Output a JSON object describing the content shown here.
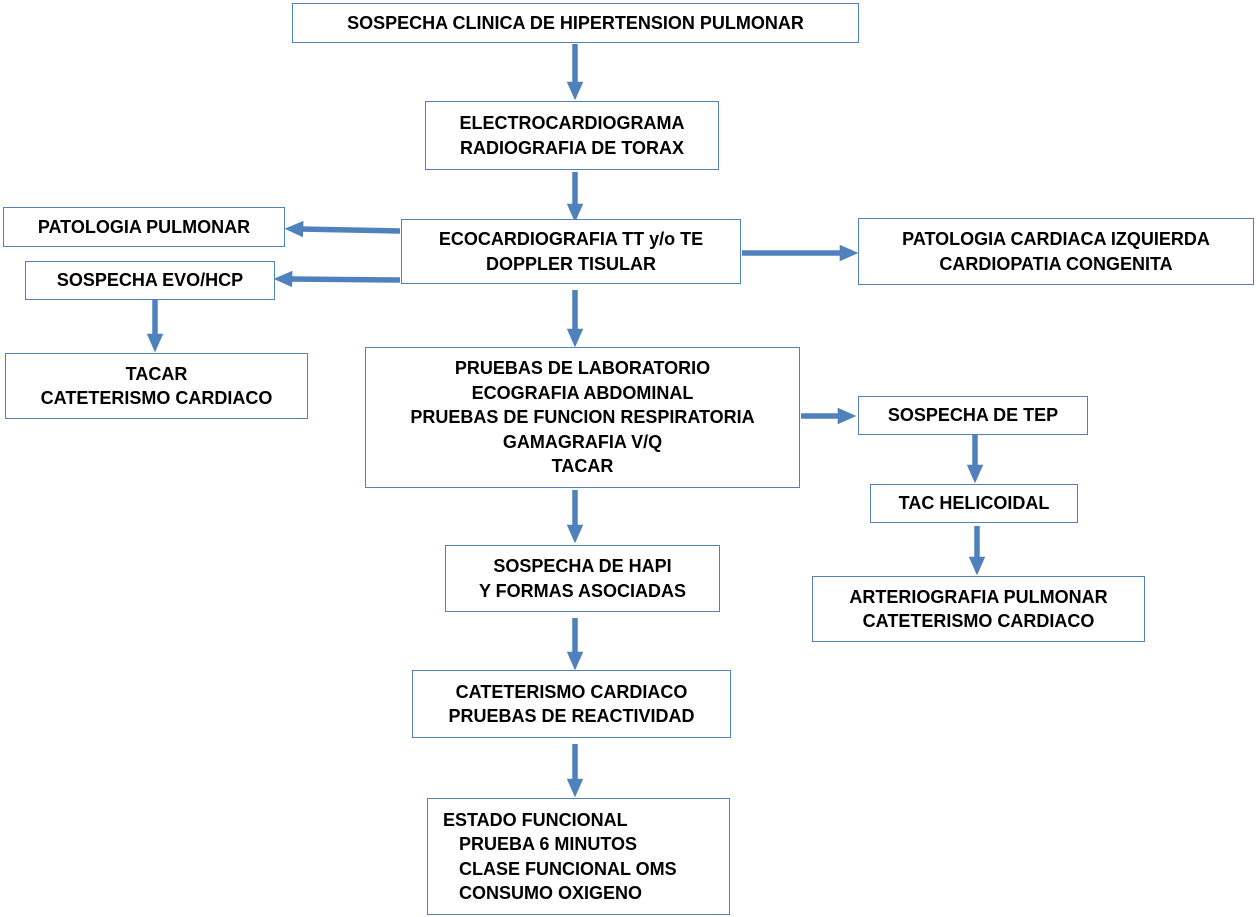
{
  "colors": {
    "border": "#4f81bd",
    "arrow": "#4f81bd",
    "text": "#000000",
    "background": "#ffffff"
  },
  "nodes": {
    "sospecha_clinica": [
      "SOSPECHA CLINICA DE HIPERTENSION PULMONAR"
    ],
    "ecg_rx": [
      "ELECTROCARDIOGRAMA",
      "RADIOGRAFIA DE TORAX"
    ],
    "ecocardiografia": [
      "ECOCARDIOGRAFIA TT y/o TE",
      "DOPPLER TISULAR"
    ],
    "patologia_pulmonar": [
      "PATOLOGIA PULMONAR"
    ],
    "sospecha_evo_hcp": [
      "SOSPECHA EVO/HCP"
    ],
    "tacar_cateterismo": [
      "TACAR",
      "CATETERISMO CARDIACO"
    ],
    "patologia_cardiaca": [
      "PATOLOGIA CARDIACA IZQUIERDA",
      "CARDIOPATIA CONGENITA"
    ],
    "pruebas_laboratorio": [
      "PRUEBAS DE LABORATORIO",
      "ECOGRAFIA ABDOMINAL",
      "PRUEBAS DE FUNCION RESPIRATORIA",
      "GAMAGRAFIA V/Q",
      "TACAR"
    ],
    "sospecha_tep": [
      "SOSPECHA DE TEP"
    ],
    "tac_helicoidal": [
      "TAC HELICOIDAL"
    ],
    "arteriografia": [
      "ARTERIOGRAFIA PULMONAR",
      "CATETERISMO CARDIACO"
    ],
    "sospecha_hapi": [
      "SOSPECHA DE HAPI",
      "Y FORMAS ASOCIADAS"
    ],
    "cateterismo_reactividad": [
      "CATETERISMO CARDIACO",
      "PRUEBAS DE REACTIVIDAD"
    ],
    "estado_funcional": [
      "ESTADO FUNCIONAL",
      "PRUEBA 6 MINUTOS",
      "CLASE FUNCIONAL OMS",
      "CONSUMO OXIGENO"
    ]
  }
}
